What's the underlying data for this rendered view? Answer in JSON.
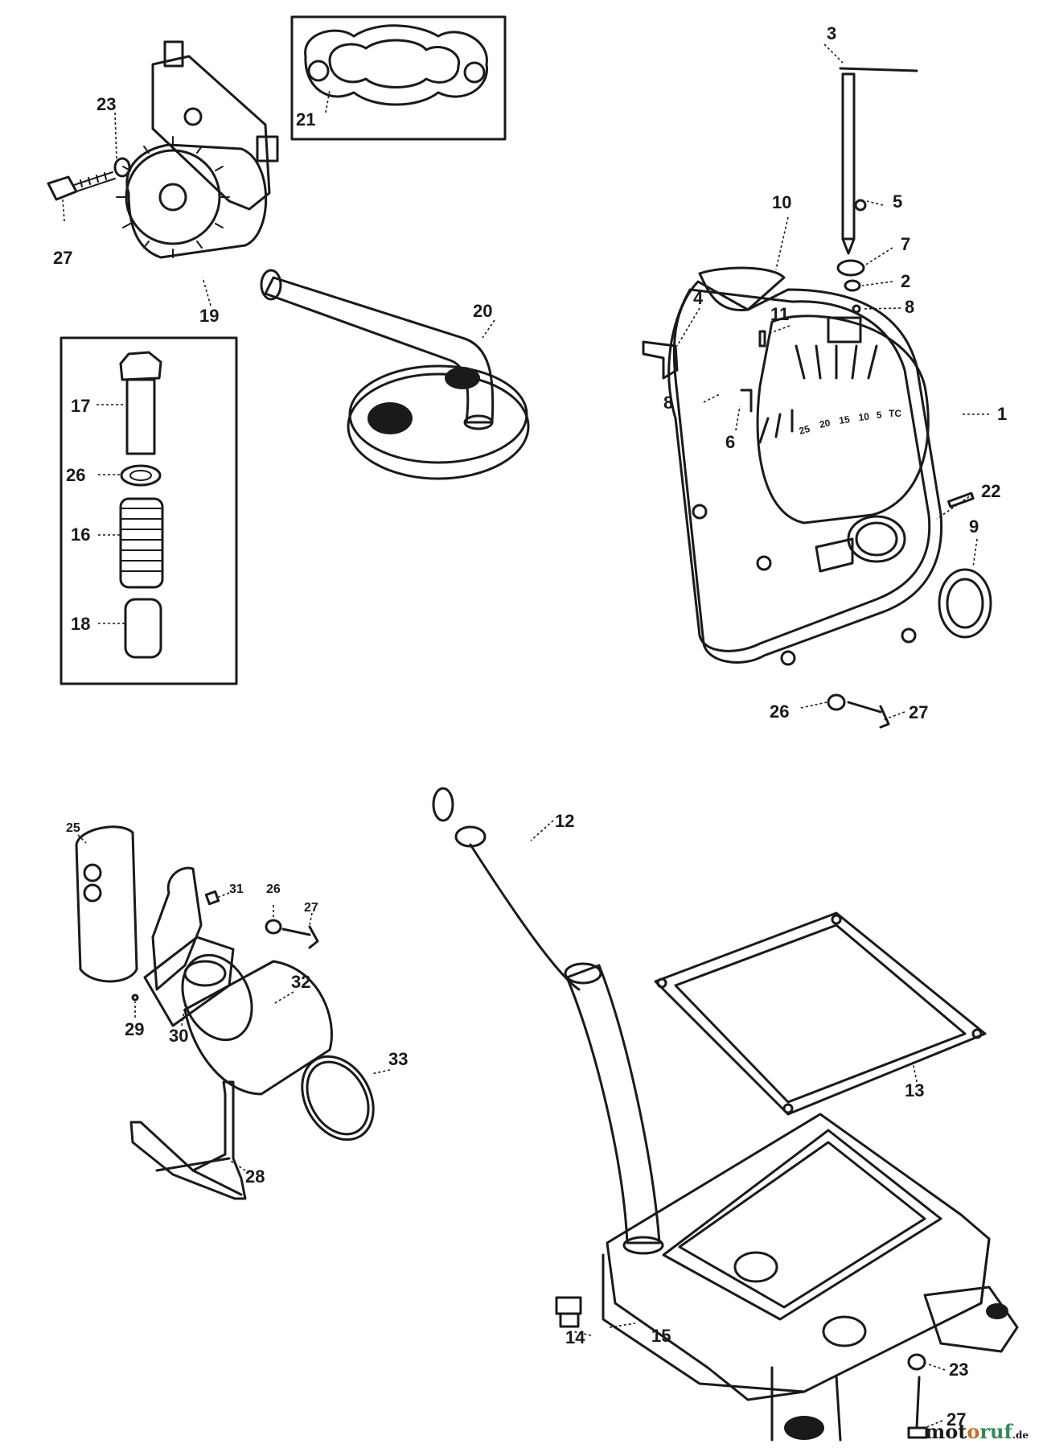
{
  "labels": {
    "p1": "1",
    "p2": "2",
    "p3": "3",
    "p4": "4",
    "p5": "5",
    "p6": "6",
    "p7": "7",
    "p8a": "8",
    "p8b": "8",
    "p9": "9",
    "p10": "10",
    "p11": "11",
    "p12": "12",
    "p13": "13",
    "p14": "14",
    "p15": "15",
    "p16": "16",
    "p17": "17",
    "p18": "18",
    "p19": "19",
    "p20": "20",
    "p21": "21",
    "p22": "22",
    "p23a": "23",
    "p23b": "23",
    "p25": "25",
    "p26a": "26",
    "p26b": "26",
    "p26c": "26",
    "p27a": "27",
    "p27b": "27",
    "p27c": "27",
    "p27d": "27",
    "p28": "28",
    "p29": "29",
    "p30": "30",
    "p31": "31",
    "p32": "32",
    "p33": "33"
  },
  "timing_marks": [
    "25",
    "20",
    "15",
    "10",
    "5",
    "TC"
  ],
  "watermark": {
    "brand_a": "mot",
    "brand_o1": "o",
    "brand_b": "ruf",
    "tld": ".de"
  }
}
